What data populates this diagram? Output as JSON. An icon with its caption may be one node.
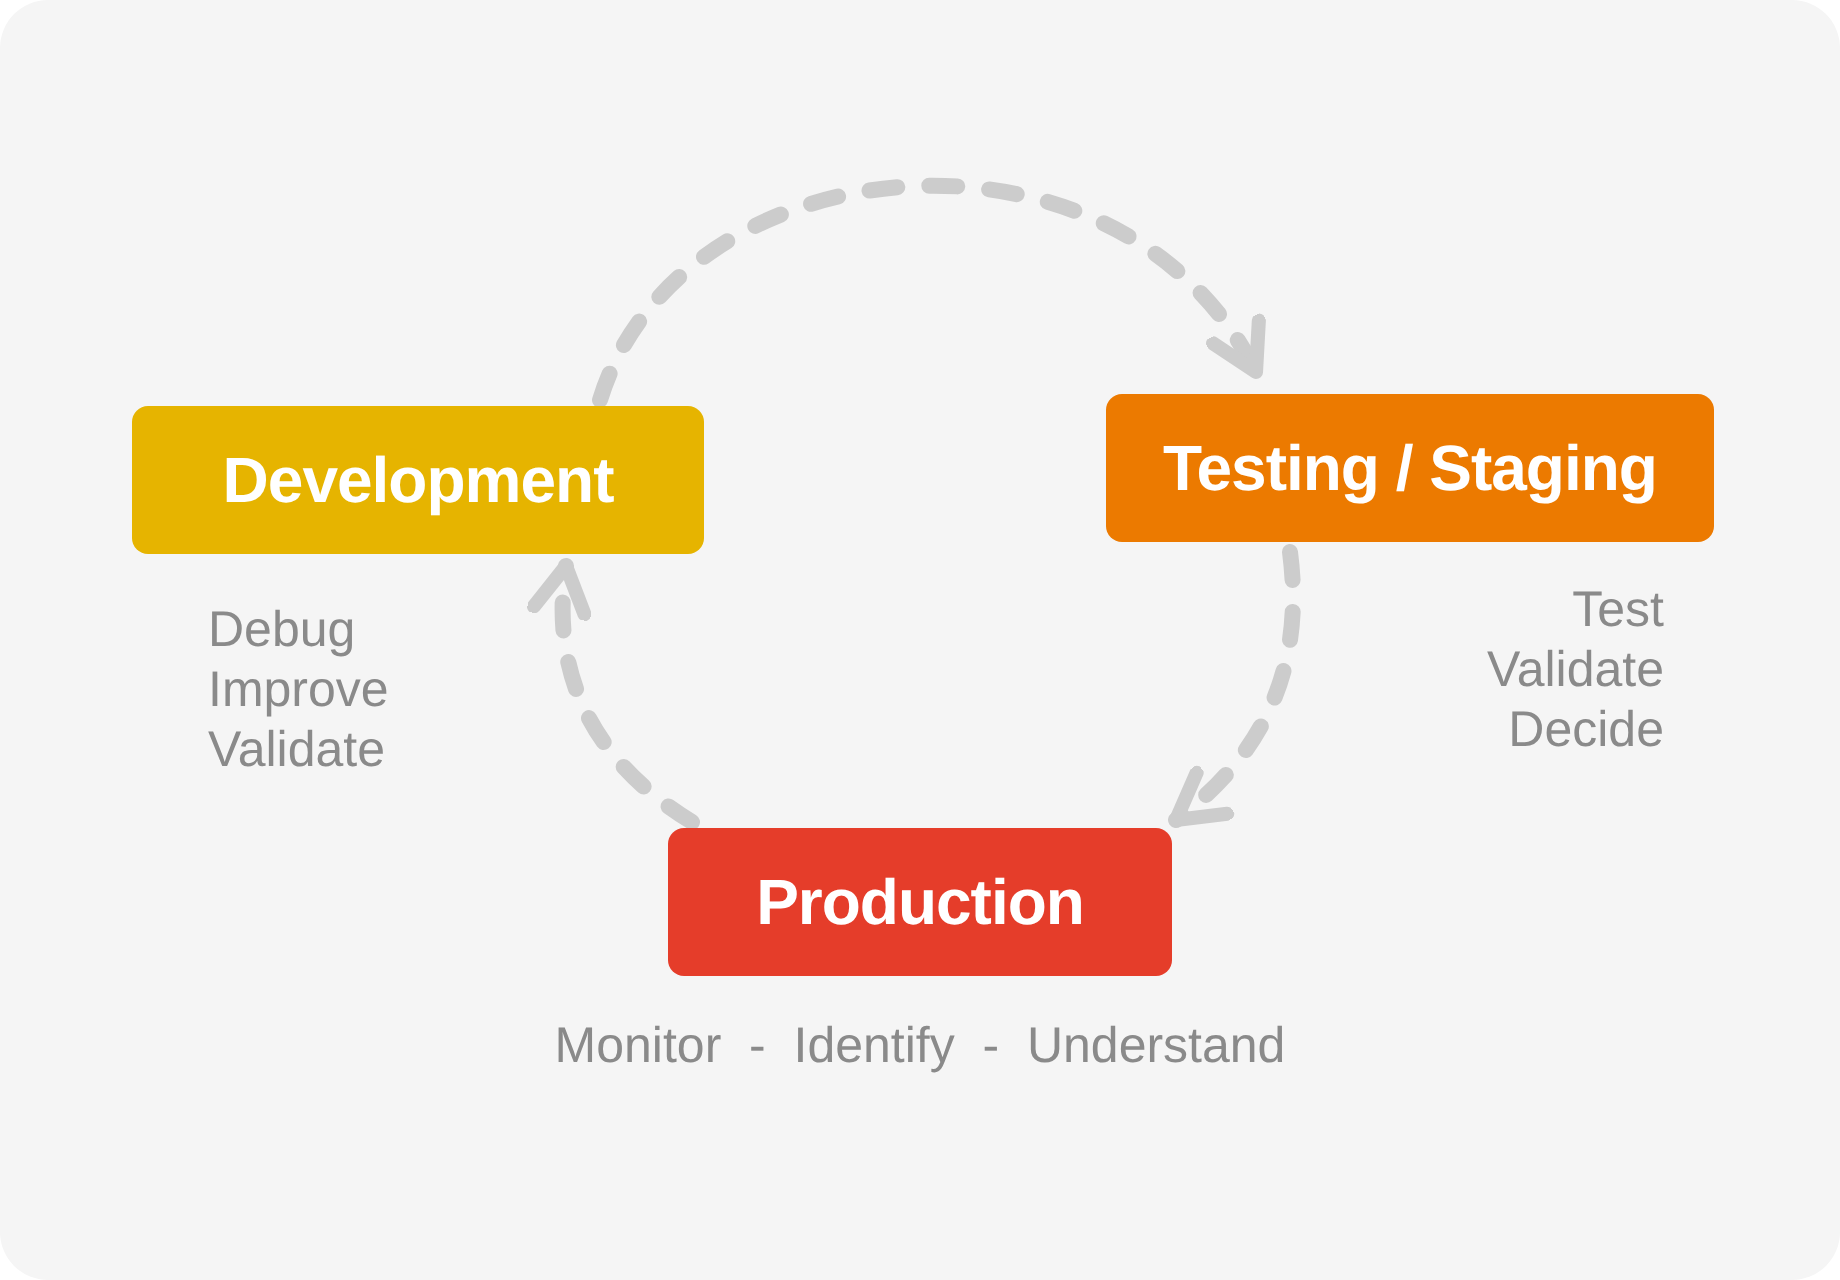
{
  "diagram": {
    "nodes": [
      {
        "text": [
          "Development"
        ],
        "beside": [
          "Debug",
          "Improve",
          "Validate"
        ]
      },
      {
        "text": [
          "Testing / Staging"
        ],
        "beside": [
          "Test",
          "Validate",
          "Decide"
        ]
      },
      {
        "text": [
          "Production"
        ],
        "beside": [
          "Monitor  -  Identify  -  Understand"
        ]
      }
    ],
    "edges": [
      {
        "from": 0,
        "to": 1,
        "arrow": "to",
        "style": "dashed"
      },
      {
        "from": 1,
        "to": 2,
        "arrow": "to",
        "style": "dashed"
      },
      {
        "from": 2,
        "to": 0,
        "arrow": "to",
        "style": "dashed"
      }
    ]
  }
}
